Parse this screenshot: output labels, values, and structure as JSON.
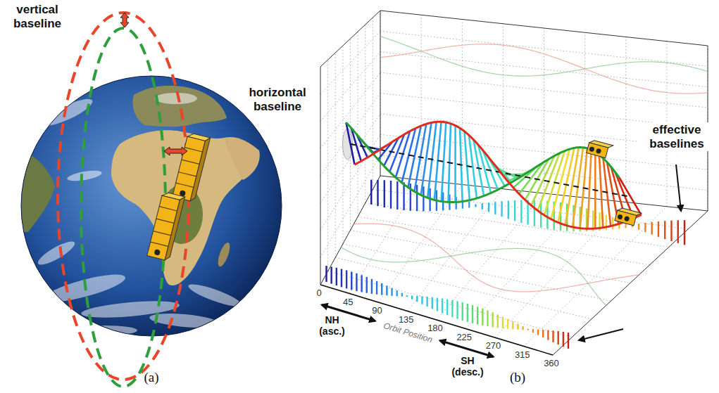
{
  "diagram": {
    "labels": [
      "vertical baseline",
      "horizontal baseline",
      "(a)",
      "effective baselines",
      "0",
      "45",
      "90",
      "135",
      "180",
      "225",
      "270",
      "315",
      "360",
      "Orbit Position",
      "NH (asc.)",
      "SH (desc.)",
      "(b)"
    ]
  }
}
